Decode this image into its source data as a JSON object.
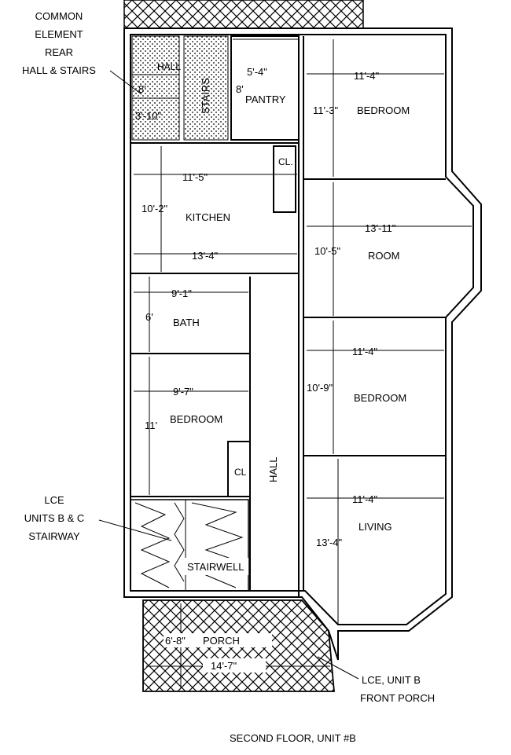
{
  "labels": {
    "common_element_1": "COMMON",
    "common_element_2": "ELEMENT",
    "common_element_3": "REAR",
    "common_element_4": "HALL & STAIRS",
    "hall_small": "HALL",
    "hall_small_dim1": "8'",
    "hall_small_dim2": "3'-10\"",
    "stairs": "STAIRS",
    "pantry_dim_w": "5'-4\"",
    "pantry_dim_h": "8'",
    "pantry": "PANTRY",
    "bed1_dim_w": "11'-4\"",
    "bed1_dim_h": "11'-3\"",
    "bed1": "BEDROOM",
    "closet1": "CL.",
    "kitchen_dim_top": "11'-5\"",
    "kitchen_dim_h": "10'-2\"",
    "kitchen": "KITCHEN",
    "kitchen_dim_bottom": "13'-4\"",
    "room_dim_w": "13'-11\"",
    "room_dim_h": "10'-5\"",
    "room": "ROOM",
    "bath_dim_w": "9'-1\"",
    "bath_dim_h": "6'",
    "bath": "BATH",
    "bed2_dim_w": "11'-4\"",
    "bed2_dim_h": "10'-9\"",
    "bed2": "BEDROOM",
    "bed3_dim_w": "9'-7\"",
    "bed3_dim_h": "11'",
    "bed3": "BEDROOM",
    "closet2": "CL",
    "hall_main": "HALL",
    "living_dim_w": "11'-4\"",
    "living": "LIVING",
    "living_dim_h": "13'-4\"",
    "lce_stair_1": "LCE",
    "lce_stair_2": "UNITS B & C",
    "lce_stair_3": "STAIRWAY",
    "stairwell": "STAIRWELL",
    "porch_dim_h": "6'-8\"",
    "porch": "PORCH",
    "porch_dim_w": "14'-7\"",
    "lce_porch_1": "LCE, UNIT B",
    "lce_porch_2": "FRONT PORCH",
    "caption": "SECOND FLOOR, UNIT #B"
  }
}
